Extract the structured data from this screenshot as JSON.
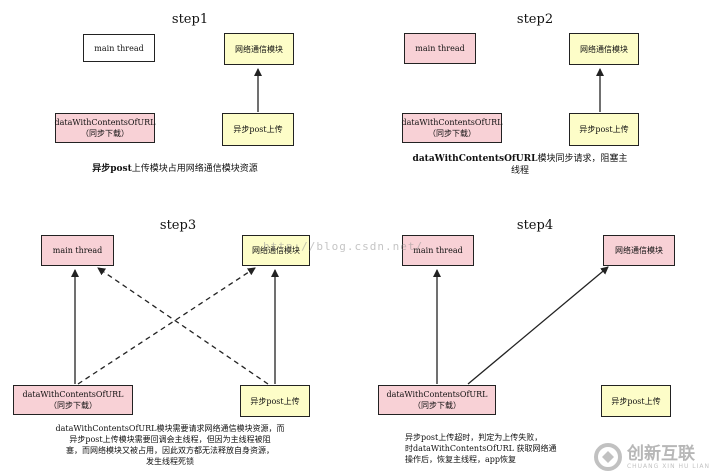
{
  "steps": [
    {
      "title": "step1",
      "main_thread": "main thread",
      "network": "网络通信模块",
      "sync": [
        "dataWithContentsOfURL",
        "（同步下载）"
      ],
      "async": "异步post上传",
      "caption_bold": "异步post",
      "caption_rest": "上传模块占用网络通信模块资源"
    },
    {
      "title": "step2",
      "main_thread": "main thread",
      "network": "网络通信模块",
      "sync": [
        "dataWithContentsOfURL",
        "（同步下载）"
      ],
      "async": "异步post上传",
      "caption_bold": "dataWithContentsOfURL",
      "caption_rest": "模块同步请求，阻塞主线程"
    },
    {
      "title": "step3",
      "main_thread": "main thread",
      "network": "网络通信模块",
      "sync": [
        "dataWithContentsOfURL",
        "（同步下载）"
      ],
      "async": "异步post上传",
      "caption_lines": [
        "dataWithContentsOfURL模块需要请求网络通信模块资源，而",
        "异步post上传模块需要回调会主线程，但因为主线程被阻",
        "塞，而网络模块又被占用，因此双方都无法释放自身资源，",
        "发生线程死锁"
      ]
    },
    {
      "title": "step4",
      "main_thread": "main thread",
      "network": "网络通信模块",
      "sync": [
        "dataWithContentsOfURL",
        "（同步下载）"
      ],
      "async": "异步post上传",
      "caption_lines": [
        "异步post上传超时，判定为上传失败，",
        "时dataWithContentsOfURL 获取网络通",
        "操作后，恢复主线程，app恢复"
      ]
    }
  ],
  "watermark": "http://blog.csdn.net/",
  "brand": {
    "name": "创新互联",
    "sub": "CHUANG XIN HU LIAN"
  }
}
